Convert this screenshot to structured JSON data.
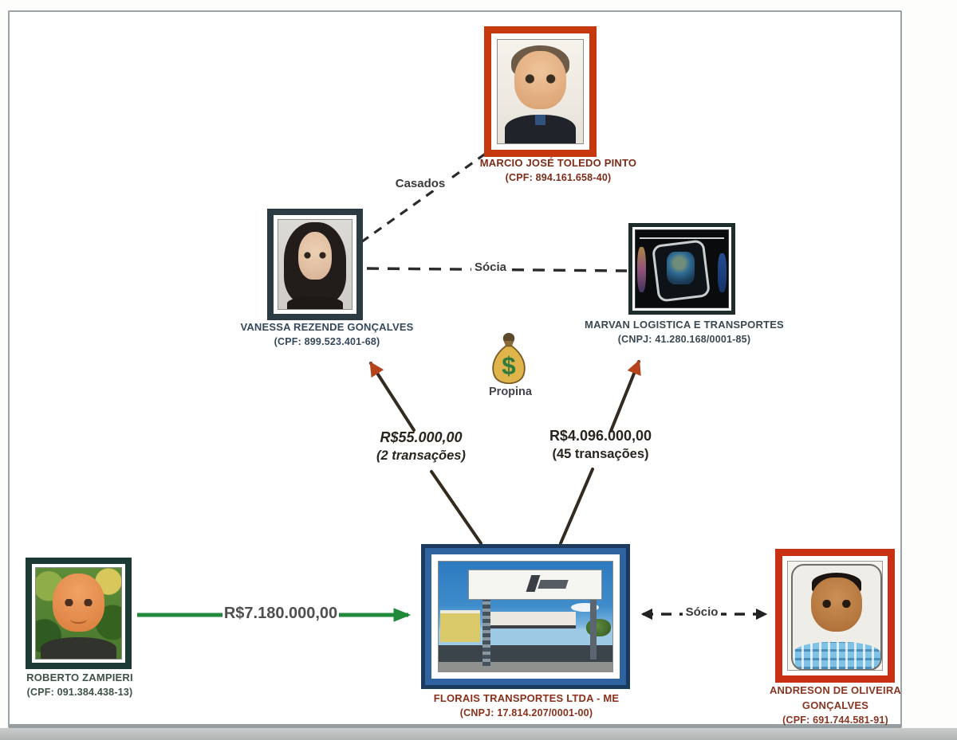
{
  "diagram": {
    "nodes": {
      "marcio": {
        "name": "MARCIO JOSÉ TOLEDO PINTO",
        "doc": "(CPF: 894.161.658-40)"
      },
      "vanessa": {
        "name": "VANESSA REZENDE GONÇALVES",
        "doc": "(CPF: 899.523.401-68)"
      },
      "marvan": {
        "name": "MARVAN LOGISTICA E TRANSPORTES",
        "doc": "(CNPJ: 41.280.168/0001-85)"
      },
      "florais": {
        "name": "FLORAIS TRANSPORTES LTDA - ME",
        "doc": "(CNPJ: 17.814.207/0001-00)"
      },
      "roberto": {
        "name": "ROBERTO ZAMPIERI",
        "doc": "(CPF: 091.384.438-13)"
      },
      "andreson": {
        "name": "ANDRESON DE OLIVEIRA GONÇALVES",
        "doc": "(CPF: 691.744.581-91)"
      },
      "propina": {
        "label": "Propina",
        "symbol": "$"
      }
    },
    "edges": {
      "casados": {
        "label": "Casados",
        "from": "vanessa",
        "to": "marcio",
        "style": "dashed"
      },
      "socia": {
        "label": "Sócia",
        "from": "vanessa",
        "to": "marvan",
        "style": "dashed"
      },
      "socio": {
        "label": "Sócio",
        "from": "florais",
        "to": "andreson",
        "style": "dashed-double-arrow"
      },
      "florais_to_vanessa": {
        "amount": "R$55.000,00",
        "transactions": "(2 transações)"
      },
      "florais_to_marvan": {
        "amount": "R$4.096.000,00",
        "transactions": "(45 transações)"
      },
      "roberto_to_florais": {
        "amount": "R$7.180.000,00",
        "style": "solid-green-arrow"
      }
    },
    "colors": {
      "border_red": "#c6390f",
      "border_blue": "#2f64a0",
      "border_dark_slate": "#2c3a42",
      "border_teal": "#1d3a34",
      "arrow_green": "#1e8a3a",
      "arrowhead_transfer": "#b5441c",
      "line_dark": "#33291f"
    }
  }
}
